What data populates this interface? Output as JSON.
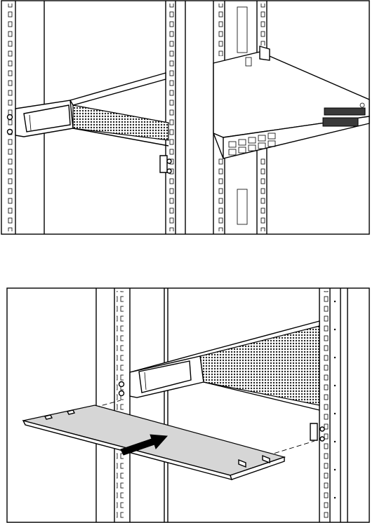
{
  "figure": {
    "panels": [
      {
        "id": "top",
        "subject": "rack-rails-with-installed-server"
      },
      {
        "id": "bottom",
        "subject": "insert-shelf-onto-rack-rails"
      }
    ],
    "colors": {
      "line": "#000000",
      "shading": "#d6d6d6",
      "mesh": "#3a3a3a",
      "background": "#ffffff"
    },
    "icons": [
      "arrow-icon",
      "screw-icon"
    ]
  }
}
